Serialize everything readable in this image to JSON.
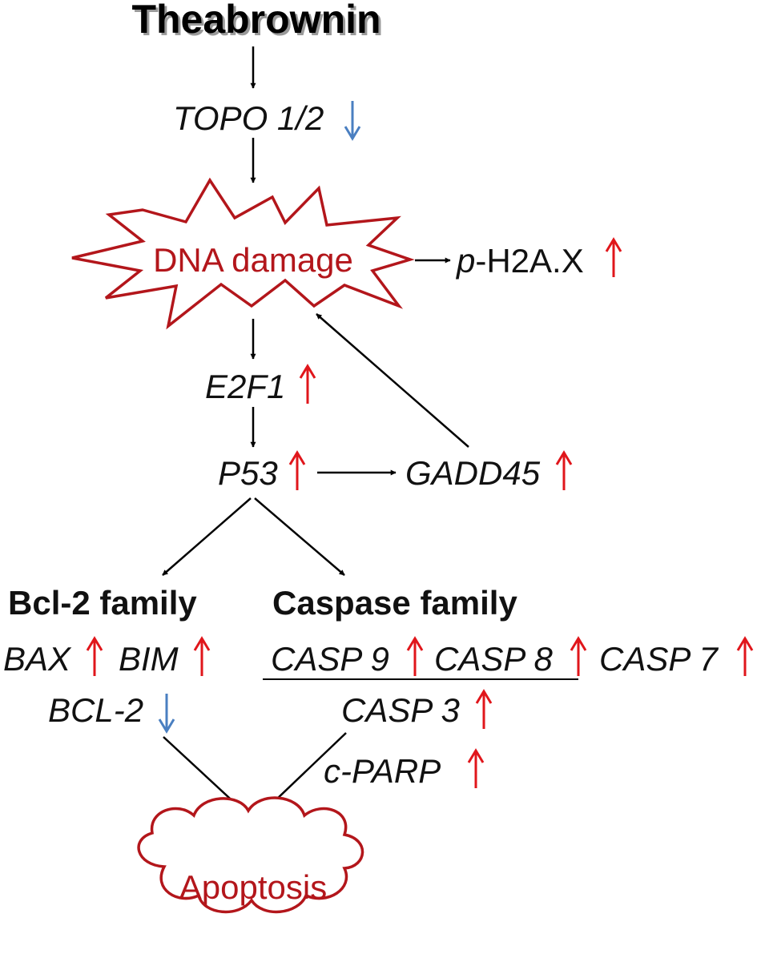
{
  "title": "Theabrownin",
  "nodes": {
    "topo": "TOPO 1/2",
    "dna_damage": "DNA damage",
    "ph2ax_prefix": "p",
    "ph2ax_rest": "-H2A.X",
    "e2f1": "E2F1",
    "p53": "P53",
    "gadd45": "GADD45",
    "bcl2_family": "Bcl-2 family",
    "caspase_family": "Caspase family",
    "bax": "BAX",
    "bim": "BIM",
    "bcl2": "BCL-2",
    "casp9": "CASP 9",
    "casp8": "CASP 8",
    "casp7": "CASP 7",
    "casp3": "CASP 3",
    "cparp": "c-PARP",
    "apoptosis": "Apoptosis"
  },
  "regulation": {
    "topo": "down",
    "ph2ax": "up",
    "e2f1": "up",
    "p53": "up",
    "gadd45": "up",
    "bax": "up",
    "bim": "up",
    "bcl2": "down",
    "casp9": "up",
    "casp8": "up",
    "casp7": "up",
    "casp3": "up",
    "cparp": "up"
  },
  "colors": {
    "up_arrow": "#e0161b",
    "down_arrow": "#4a7fc1",
    "shape_outline": "#b3161b",
    "edge": "#000000"
  }
}
